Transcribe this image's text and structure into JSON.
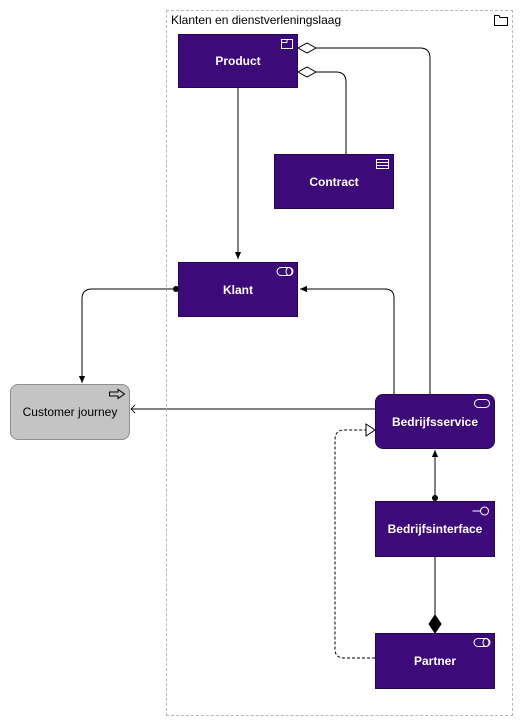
{
  "group": {
    "title": "Klanten en dienstverleningslaag",
    "icon": "folder-icon"
  },
  "nodes": {
    "product": {
      "label": "Product",
      "icon": "product-icon"
    },
    "contract": {
      "label": "Contract",
      "icon": "contract-icon"
    },
    "klant": {
      "label": "Klant",
      "icon": "role-icon"
    },
    "customer_journey": {
      "label": "Customer journey",
      "icon": "process-arrow-icon"
    },
    "bedrijfsservice": {
      "label": "Bedrijfsservice",
      "icon": "service-icon"
    },
    "bedrijfsinterface": {
      "label": "Bedrijfsinterface",
      "icon": "interface-icon"
    },
    "partner": {
      "label": "Partner",
      "icon": "role-icon"
    }
  },
  "colors": {
    "element_fill": "#3d0a7a",
    "journey_fill": "#c4c4c4",
    "line": "#000000"
  }
}
